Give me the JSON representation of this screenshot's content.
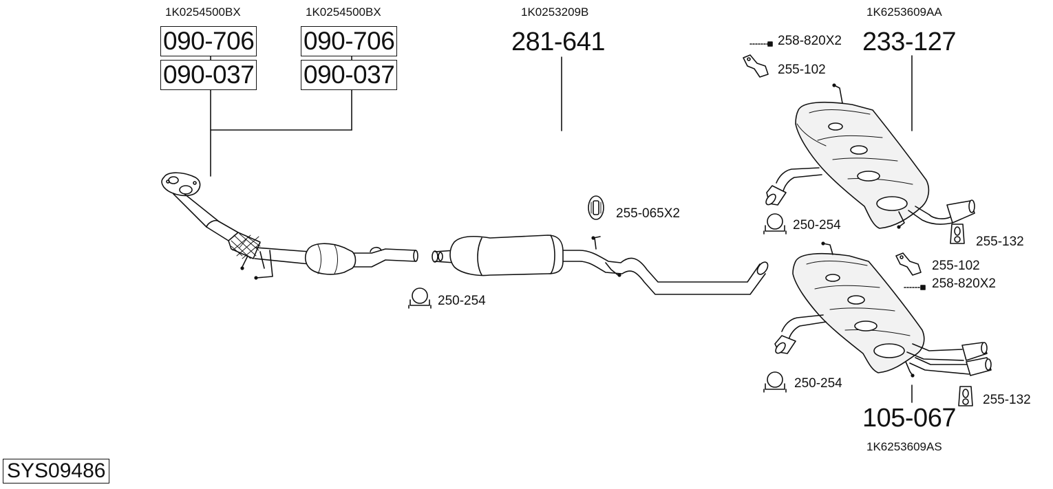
{
  "system_id": "SYS09486",
  "components": {
    "front_pipe_a": {
      "oem": "1K0254500BX",
      "part_top": "090-706",
      "part_bottom": "090-037"
    },
    "front_pipe_b": {
      "oem": "1K0254500BX",
      "part_top": "090-706",
      "part_bottom": "090-037"
    },
    "middle_silencer": {
      "oem": "1K0253209B",
      "part": "281-641"
    },
    "rear_silencer_a": {
      "oem": "1K6253609AA",
      "part": "233-127"
    },
    "rear_silencer_b": {
      "oem": "1K6253609AS",
      "part": "105-067"
    }
  },
  "accessories": {
    "bolt_top": "258-820X2",
    "bracket_top": "255-102",
    "clamp_middle": "250-254",
    "rubber_hanger_middle": "255-065X2",
    "clamp_rear_top": "250-254",
    "rubber_hanger_rear_top": "255-132",
    "bracket_rear": "255-102",
    "bolt_rear": "258-820X2",
    "clamp_rear_bottom": "250-254",
    "rubber_hanger_rear_bottom": "255-132"
  },
  "colors": {
    "line": "#111111",
    "muffler_fill": "#f2f2f2",
    "background": "#ffffff"
  },
  "icons": [
    "clamp-icon",
    "rubber-hanger-icon",
    "bracket-icon",
    "bolt-icon",
    "flange-icon",
    "catalytic-converter-icon",
    "muffler-icon"
  ]
}
